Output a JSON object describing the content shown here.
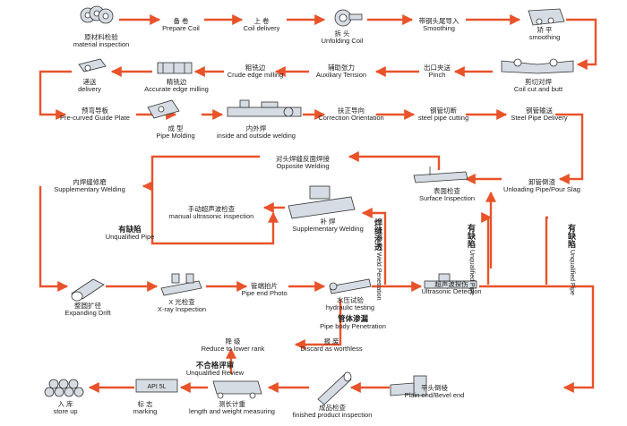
{
  "colors": {
    "flow_line": "#e8532a",
    "icon_fill": "#d6dce3",
    "icon_stroke": "#333333"
  },
  "steps": {
    "material_inspection": {
      "cn": "原材料检验",
      "en": "material inspection"
    },
    "prepare_coil": {
      "cn": "备  卷",
      "en": "Prepare Coil"
    },
    "coil_delivery": {
      "cn": "上  卷",
      "en": "Coil delivery"
    },
    "unfolding_coil": {
      "cn": "拆  头",
      "en": "Unfolding Coil"
    },
    "smoothing_guide": {
      "cn": "带钢头尾导入",
      "en": "Smoothing"
    },
    "smoothing": {
      "cn": "矫  平",
      "en": "smoothing"
    },
    "coil_cut_butt": {
      "cn": "剪切对焊",
      "en": "Coil cut and butt"
    },
    "pinch": {
      "cn": "出口夹送",
      "en": "Pinch"
    },
    "auxiliary_tension": {
      "cn": "辅助张力",
      "en": "Auxiliary Tension"
    },
    "crude_edge_milling": {
      "cn": "粗铣边",
      "en": "Crude edge milling"
    },
    "accurate_edge_milling": {
      "cn": "精铣边",
      "en": "Accurate edge milling"
    },
    "delivery": {
      "cn": "递送",
      "en": "delivery"
    },
    "pre_curved_guide": {
      "cn": "预弯导板",
      "en": "Pre-curved Guide Plate"
    },
    "pipe_molding": {
      "cn": "成  型",
      "en": "Pipe Molding"
    },
    "in_out_welding": {
      "cn": "内外焊",
      "en": "inside and outside welding"
    },
    "correction_orientation": {
      "cn": "扶正导向",
      "en": "Correction Orientation"
    },
    "steel_pipe_cutting": {
      "cn": "钢管切断",
      "en": "steel pipe cutting"
    },
    "steel_pipe_delivery": {
      "cn": "钢管输送",
      "en": "Steel Pipe Delivery"
    },
    "unloading_pipe": {
      "cn": "卸管倒渣",
      "en": "Unloading Pipe/Pour Slag"
    },
    "surface_inspection": {
      "cn": "表面检查",
      "en": "Surface Inspection"
    },
    "opposite_welding": {
      "cn": "对头焊缝反面焊接",
      "en": "Opposite Welding"
    },
    "supplementary_welding_left": {
      "cn": "内焊缝修磨",
      "en": "Supplementary Welding"
    },
    "manual_ut": {
      "cn": "手动超声波检查",
      "en": "manual ultrasonic inspection"
    },
    "supplementary_welding": {
      "cn": "补  焊",
      "en": "Supplementary Welding"
    },
    "expanding_drift": {
      "cn": "整圆扩径",
      "en": "Expanding Drift"
    },
    "xray": {
      "cn": "X 光检查",
      "en": "X-ray Inspection"
    },
    "pipe_end_photo": {
      "cn": "管端拍片",
      "en": "Pipe end Photo"
    },
    "hydraulic_testing": {
      "cn": "水压试验",
      "en": "hydraulic testing"
    },
    "ultrasonic_detection": {
      "cn": "超声波探伤",
      "en": "Ultrasonic Detection"
    },
    "reduce_rank": {
      "cn": "降  级",
      "en": "Reduce to lower rank"
    },
    "discard": {
      "cn": "报  废",
      "en": "Discard as worthless"
    },
    "plain_bevel_end": {
      "cn": "平头倒棱",
      "en": "Plain end/Bevel end"
    },
    "finished_inspection": {
      "cn": "成品检查",
      "en": "finished product inspection"
    },
    "length_weight": {
      "cn": "测长计重",
      "en": "length and weight measuring"
    },
    "marking": {
      "cn": "标  志",
      "en": "marking"
    },
    "store_up": {
      "cn": "入  库",
      "en": "store up"
    }
  },
  "annotations": {
    "unqualified_pipe": {
      "cn": "有缺陷",
      "en": "Unqualified Pipe"
    },
    "unqualified_review": {
      "cn": "不合格评审",
      "en": "Unqualified Review"
    },
    "pipe_body_penetration": {
      "cn": "管体渗漏",
      "en": "Pipe body Penetration"
    },
    "weld_penetration": {
      "cn": "焊缝渗透",
      "en": "Weld Penetration"
    },
    "unqualified_pipe_v1": {
      "cn": "有缺陷",
      "en": "Unqualified Pipe"
    },
    "unqualified_pipe_v2": {
      "cn": "有缺陷",
      "en": "Unqualified Pipe"
    }
  },
  "icons": {
    "api_label": "API 5L"
  }
}
